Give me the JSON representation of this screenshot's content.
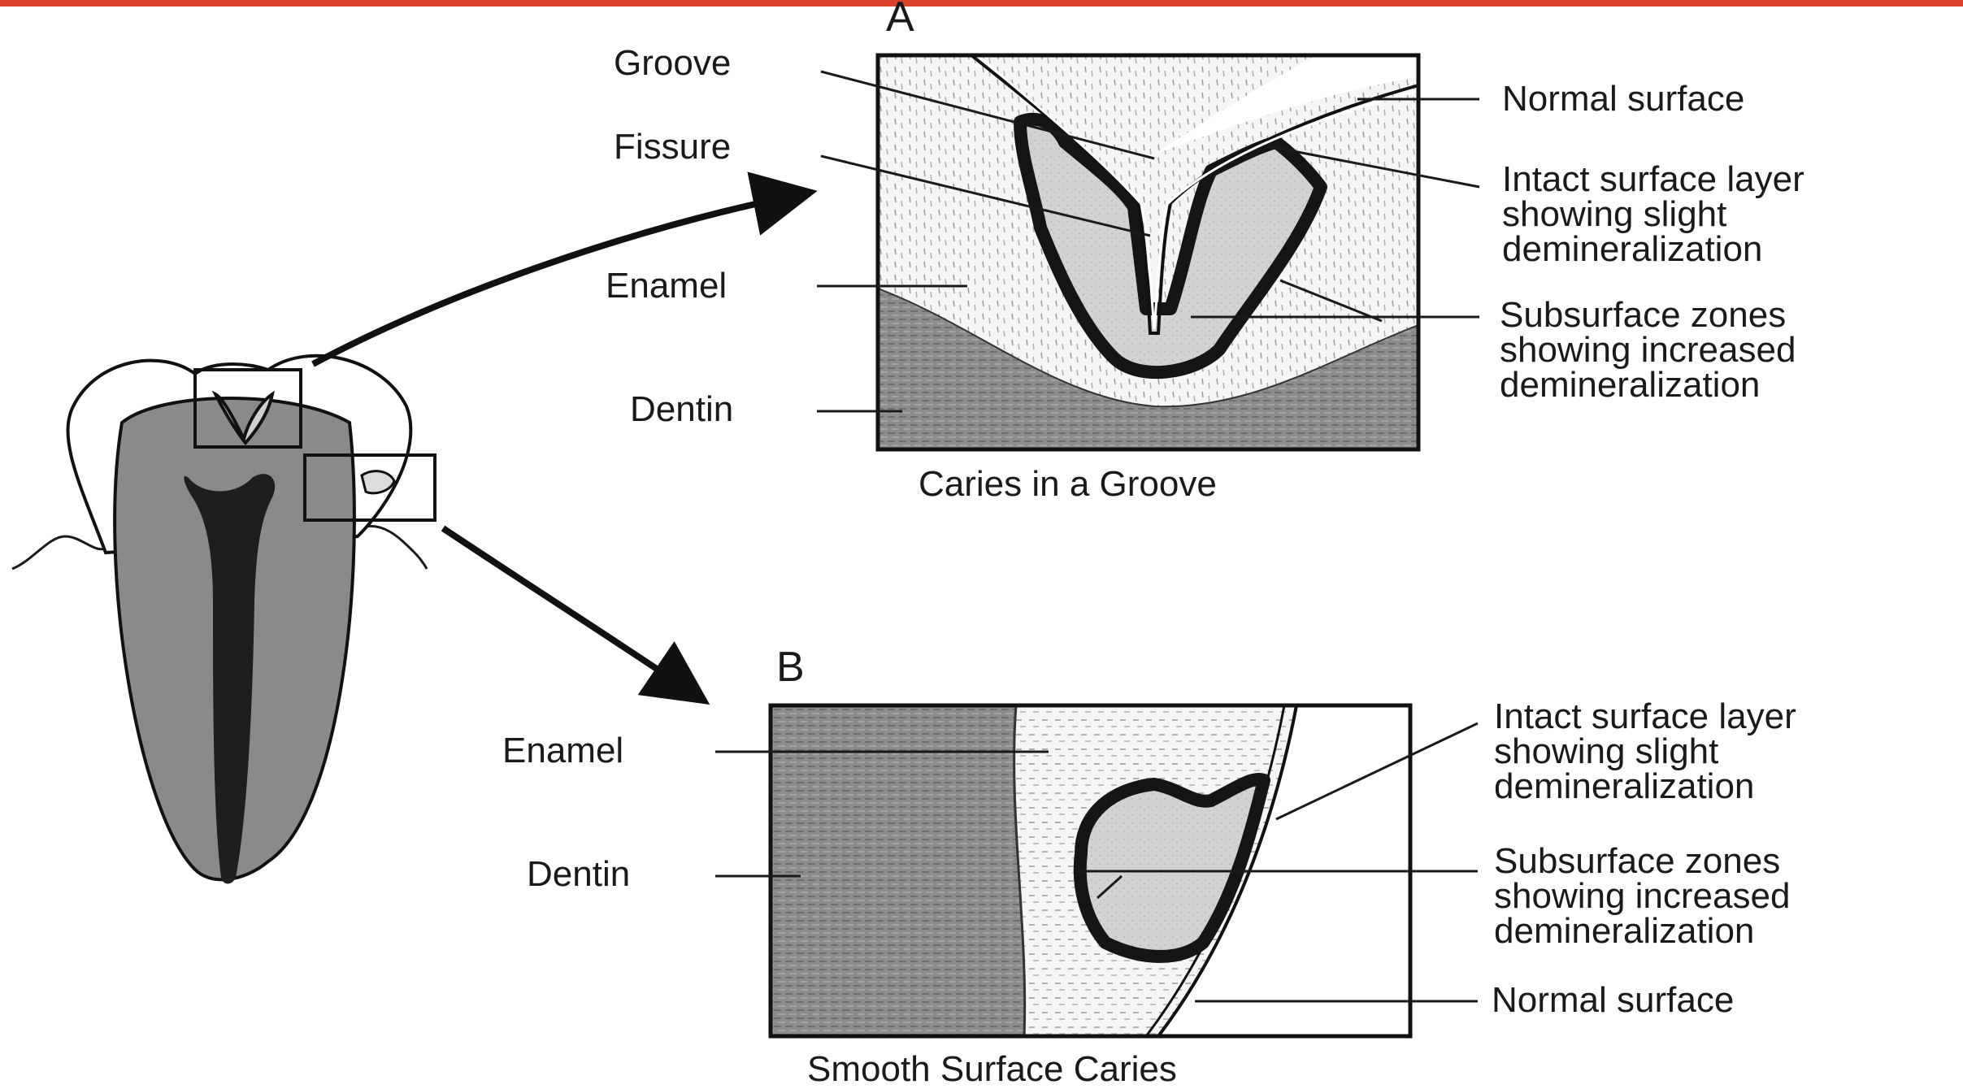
{
  "colors": {
    "top_bar": "#d9432a",
    "ink": "#111111",
    "dentin": "#8a8a8a",
    "pulp": "#1e1e1e",
    "lesion": "#cfcfcf",
    "lesion_edge": "#151515",
    "enamel": "#f4f4f4"
  },
  "panel_a": {
    "letter": "A",
    "caption": "Caries in a Groove",
    "labels": {
      "groove": "Groove",
      "fissure": "Fissure",
      "enamel": "Enamel",
      "dentin": "Dentin",
      "normal_surface": "Normal surface",
      "intact_1": "Intact surface layer",
      "intact_2": "showing slight",
      "intact_3": "demineralization",
      "subsurface_1": "Subsurface zones",
      "subsurface_2": "showing increased",
      "subsurface_3": "demineralization"
    }
  },
  "panel_b": {
    "letter": "B",
    "caption": "Smooth Surface Caries",
    "labels": {
      "enamel": "Enamel",
      "dentin": "Dentin",
      "intact_1": "Intact surface layer",
      "intact_2": "showing slight",
      "intact_3": "demineralization",
      "subsurface_1": "Subsurface zones",
      "subsurface_2": "showing increased",
      "subsurface_3": "demineralization",
      "normal_surface": "Normal surface"
    }
  }
}
